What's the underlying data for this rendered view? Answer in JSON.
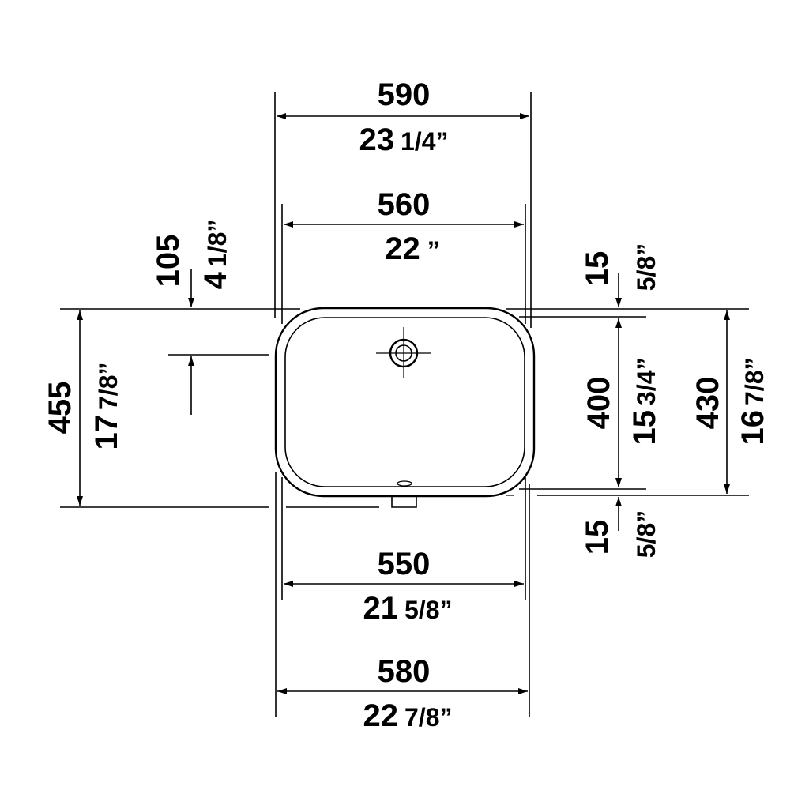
{
  "dimensions": {
    "top_outer": {
      "mm": "590",
      "inch": "23",
      "frac": "1/4”"
    },
    "top_inner": {
      "mm": "560",
      "inch": "22",
      "frac": " ”"
    },
    "bottom_inner": {
      "mm": "550",
      "inch": "21",
      "frac": "5/8”"
    },
    "bottom_outer": {
      "mm": "580",
      "inch": "22",
      "frac": "7/8”"
    },
    "left_offset": {
      "mm": "105",
      "inch": "4",
      "frac": "1/8”"
    },
    "left_height": {
      "mm": "455",
      "inch": "17",
      "frac": "7/8”"
    },
    "right_top_gap": {
      "mm": "15",
      "frac": "5/8”"
    },
    "right_bottom_gap": {
      "mm": "15",
      "frac": "5/8”"
    },
    "right_inner_height": {
      "mm": "400",
      "inch": "15",
      "frac": "3/4”"
    },
    "right_outer_height": {
      "mm": "430",
      "inch": "16",
      "frac": "7/8”"
    }
  }
}
